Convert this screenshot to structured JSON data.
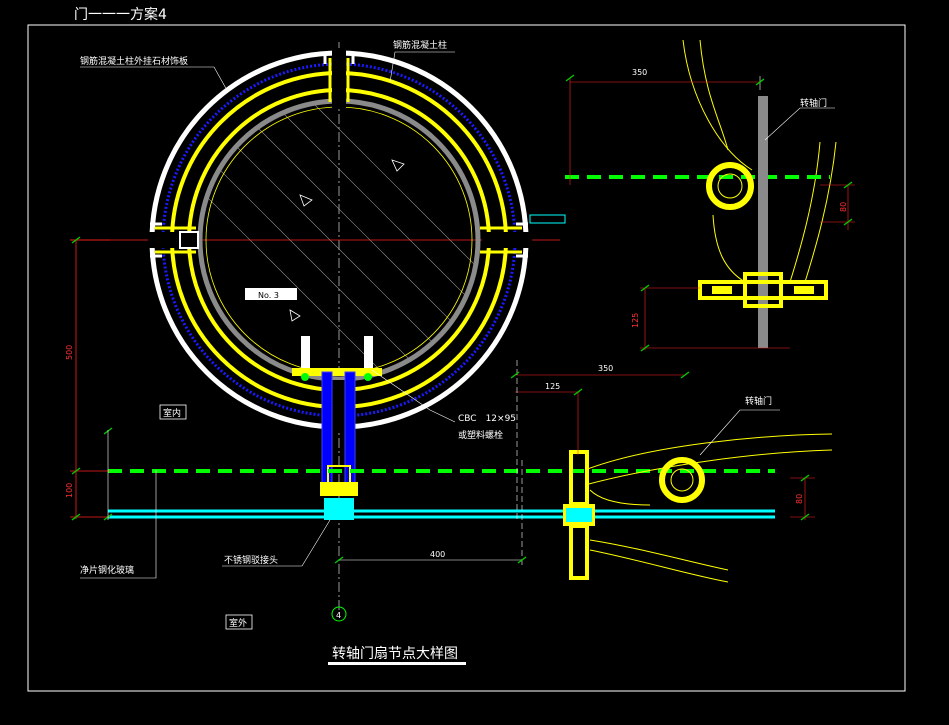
{
  "drawing": {
    "sheet_title": "门一一一方案4",
    "main_title": "转轴门扇节点大样图",
    "axis_number": "4"
  },
  "labels": {
    "column_cladding": "钢筋混凝土柱外挂石材饰板",
    "rc_column": "钢筋混凝土柱",
    "pivot_door_1": "转轴门",
    "pivot_door_2": "转轴门",
    "label_box": "No. 3",
    "cbc": "CBC　12×95",
    "cbc_2": "或塑料螺栓",
    "indoor": "室内",
    "outdoor": "室外",
    "steel_connector": "不锈钢驳接头",
    "glass": "净片钢化玻璃"
  },
  "dimensions": {
    "d350_top": "350",
    "d80_right": "80",
    "d125_right": "125",
    "d350_mid": "350",
    "d125_mid": "125",
    "d80_mid": "80",
    "d500_left": "500",
    "d100_left": "100",
    "d400_bottom": "400"
  },
  "colors": {
    "background": "#000000",
    "frame": "#ffffff",
    "yellow": "#ffff00",
    "green": "#00ff00",
    "cyan": "#00ffff",
    "blue": "#0000ff",
    "red": "#ff0000",
    "grey": "#888888",
    "dim_green": "#00cc00"
  }
}
